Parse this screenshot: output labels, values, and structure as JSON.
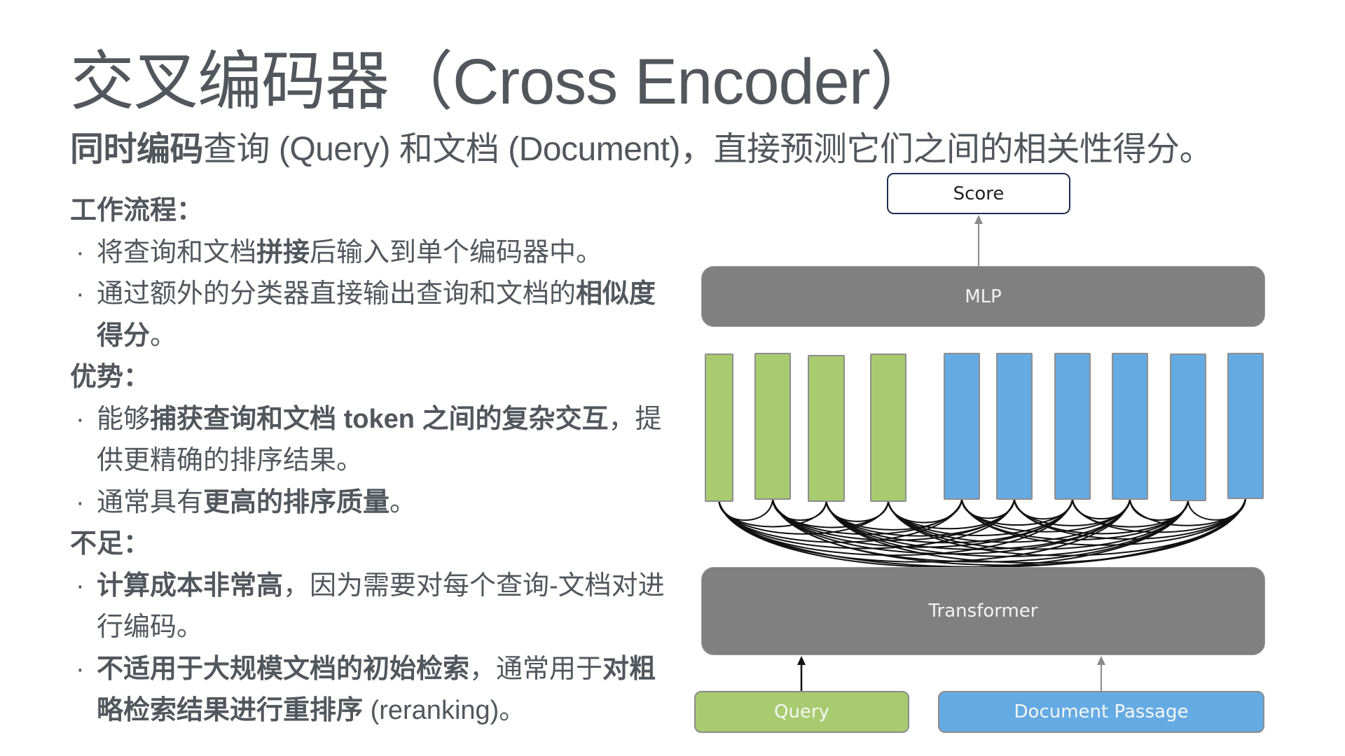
{
  "title": "交叉编码器（Cross Encoder）",
  "subtitle": {
    "bold": "同时编码",
    "rest": "查询 (Query) 和文档 (Document)，直接预测它们之间的相关性得分。"
  },
  "sections": [
    {
      "heading": "工作流程：",
      "bullets": [
        {
          "parts": [
            {
              "t": "将查询和文档",
              "b": false
            },
            {
              "t": "拼接",
              "b": true
            },
            {
              "t": "后输入到单个编码器中。",
              "b": false
            }
          ]
        },
        {
          "parts": [
            {
              "t": "通过额外的分类器直接输出查询和文档的",
              "b": false
            },
            {
              "t": "相似度得分",
              "b": true
            },
            {
              "t": "。",
              "b": false
            }
          ]
        }
      ]
    },
    {
      "heading": "优势：",
      "bullets": [
        {
          "parts": [
            {
              "t": "能够",
              "b": false
            },
            {
              "t": "捕获查询和文档 token 之间的复杂交互",
              "b": true
            },
            {
              "t": "，提供更精确的排序结果。",
              "b": false
            }
          ]
        },
        {
          "parts": [
            {
              "t": "通常具有",
              "b": false
            },
            {
              "t": "更高的排序质量",
              "b": true
            },
            {
              "t": "。",
              "b": false
            }
          ]
        }
      ]
    },
    {
      "heading": "不足：",
      "bullets": [
        {
          "parts": [
            {
              "t": "计算成本非常高",
              "b": true
            },
            {
              "t": "，因为需要对每个查询-文档对进行编码。",
              "b": false
            }
          ]
        },
        {
          "parts": [
            {
              "t": "不适用于大规模文档的初始检索",
              "b": true
            },
            {
              "t": "，通常用于",
              "b": false
            },
            {
              "t": "对粗略检索结果进行重排序",
              "b": true
            },
            {
              "t": " (reranking)。",
              "b": false
            }
          ]
        }
      ]
    }
  ],
  "bullet_glyph": "·",
  "diagram": {
    "score_label": "Score",
    "mlp_label": "MLP",
    "transformer_label": "Transformer",
    "query_label": "Query",
    "document_label": "Document Passage",
    "query_token_count": 4,
    "document_token_count": 6,
    "colors": {
      "query": "#a8cb6f",
      "document": "#65abe3",
      "layer": "#808080",
      "arc": "#111111"
    }
  }
}
